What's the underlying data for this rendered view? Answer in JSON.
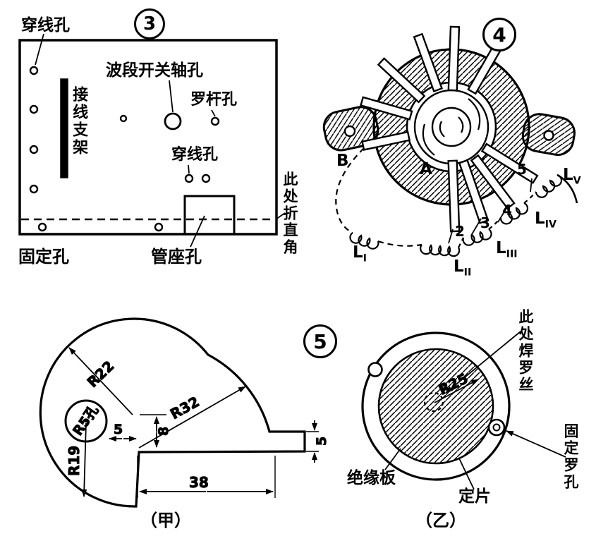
{
  "fig3": {
    "number": "3",
    "labels": {
      "wire_hole_top": "穿线孔",
      "band_switch_shaft_hole": "波段开关轴孔",
      "screw_rod_hole": "罗杆孔",
      "wiring_bracket": "接线支架",
      "wire_hole_mid": "穿线孔",
      "bend_right_angle_here": "此处折直角",
      "fixing_hole": "固定孔",
      "tube_socket_hole": "管座孔"
    }
  },
  "fig4": {
    "number": "4",
    "point_b": "B",
    "point_a": "A",
    "taps": [
      "2",
      "3",
      "4",
      "5"
    ],
    "coils": [
      {
        "base": "L",
        "sub": "I"
      },
      {
        "base": "L",
        "sub": "II"
      },
      {
        "base": "L",
        "sub": "III"
      },
      {
        "base": "L",
        "sub": "IV"
      },
      {
        "base": "L",
        "sub": "V"
      }
    ]
  },
  "fig5": {
    "number": "5",
    "jia": {
      "caption": "（甲）",
      "dim_r22": "R22",
      "dim_r32": "R32",
      "dim_r5_hole": "R5孔",
      "dim_r19": "R19",
      "dim_5_left": "5",
      "dim_8": "8",
      "dim_38": "38",
      "dim_5_right": "5"
    },
    "yi": {
      "caption": "（乙）",
      "dim_r25": "R25",
      "solder_here": "此处焊罗丝",
      "fixing_screw_hole": "固定罗孔",
      "insulation_board": "绝缘板",
      "stator_plate": "定片"
    }
  }
}
